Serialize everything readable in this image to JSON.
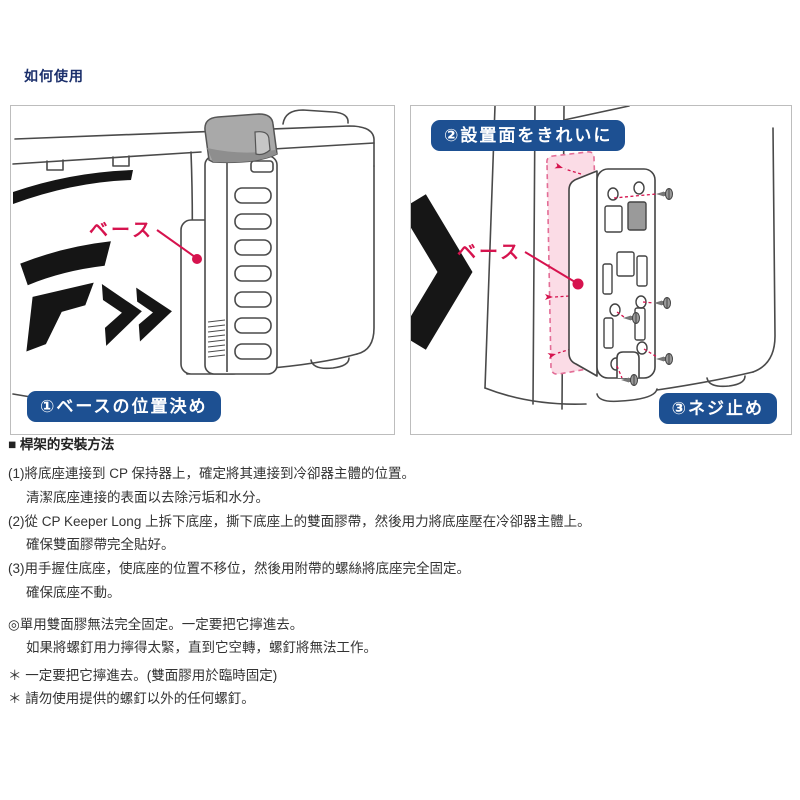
{
  "page": {
    "title": "如何使用"
  },
  "panels": {
    "left": {
      "badge": "①ベースの位置決め",
      "callout": "ベース"
    },
    "right": {
      "badge_top": "②設置面をきれいに",
      "badge_bottom": "③ネジ止め",
      "callout": "ベース"
    }
  },
  "instructions": {
    "heading": "■ 桿架的安裝方法",
    "lines": [
      {
        "text": "(1)將底座連接到 CP 保持器上，確定將其連接到冷卻器主體的位置。"
      },
      {
        "text": "清潔底座連接的表面以去除污垢和水分。"
      },
      {
        "text": "(2)從 CP Keeper Long 上拆下底座，撕下底座上的雙面膠帶，然後用力將底座壓在冷卻器主體上。"
      },
      {
        "text": "確保雙面膠帶完全貼好。"
      },
      {
        "text": "(3)用手握住底座，使底座的位置不移位，然後用附帶的螺絲將底座完全固定。"
      },
      {
        "text": "確保底座不動。"
      },
      {
        "text": "◎單用雙面膠無法完全固定。一定要把它擰進去。"
      },
      {
        "text": "如果將螺釘用力擰得太緊，直到它空轉，螺釘將無法工作。"
      },
      {
        "text": "＊ 一定要把它擰進去。(雙面膠用於臨時固定)"
      },
      {
        "text": "＊ 請勿使用提供的螺釘以外的任何螺釘。"
      }
    ]
  },
  "icons": {
    "daiwa_logo": "daiwa-logo",
    "chevron": "chevron-arrow-icon",
    "screw": "screw-icon",
    "base_marker": "red-dot-marker-icon"
  },
  "colors": {
    "badge_blue": "#1d5092",
    "accent_red": "#d6134e",
    "title_navy": "#1b2f6b",
    "pink_fill": "#fbdce6",
    "pink_stroke": "#e36d96",
    "text": "#333333",
    "panel_border": "#bdbdbd",
    "line_art": "#4a4a4a"
  }
}
